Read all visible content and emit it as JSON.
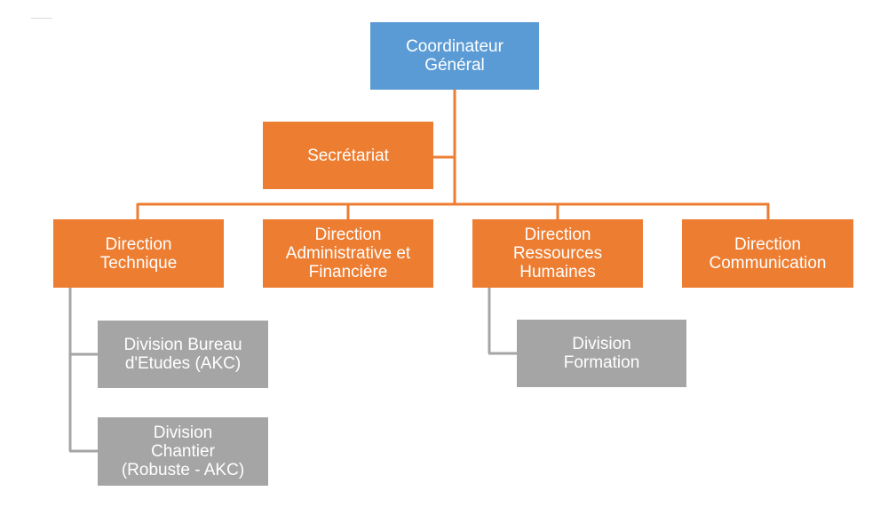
{
  "colors": {
    "root": "#5b9bd5",
    "direction": "#ed7d31",
    "division": "#a5a5a5",
    "connector": "#ed7d31",
    "division_connector": "#a5a5a5",
    "text": "#ffffff"
  },
  "root": {
    "label": "Coordinateur\nGénéral"
  },
  "assistant": {
    "label": "Secrétariat"
  },
  "directions": [
    {
      "label": "Direction\nTechnique"
    },
    {
      "label": "Direction\nAdministrative et\nFinancière"
    },
    {
      "label": "Direction\nRessources\nHumaines"
    },
    {
      "label": "Direction\nCommunication"
    }
  ],
  "divisions": [
    {
      "label": "Division Bureau\nd'Etudes (AKC)",
      "parent": "Direction Technique"
    },
    {
      "label": "Division\nChantier\n(Robuste - AKC)",
      "parent": "Direction Technique"
    },
    {
      "label": "Division\nFormation",
      "parent": "Direction Ressources Humaines"
    }
  ]
}
